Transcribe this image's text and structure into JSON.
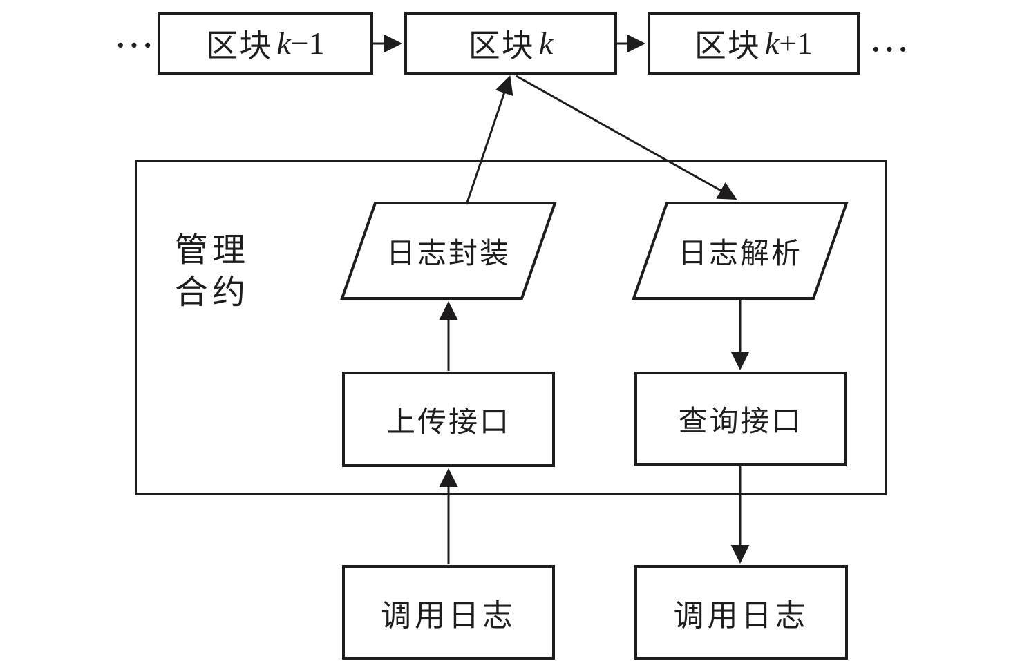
{
  "figure": {
    "colors": {
      "ink": "#1f1c1d",
      "background": "#ffffff"
    },
    "chain": {
      "ellipsis_left": "···",
      "ellipsis_right": "···",
      "blocks": [
        {
          "prefix": "区块",
          "variable": "k",
          "suffix": "−1"
        },
        {
          "prefix": "区块",
          "variable": "k",
          "suffix": ""
        },
        {
          "prefix": "区块",
          "variable": "k",
          "suffix": "+1"
        }
      ]
    },
    "management_contract": {
      "label": "管理\n合约"
    },
    "nodes": {
      "log_encapsulation": "日志封装",
      "log_parsing": "日志解析",
      "upload_interface": "上传接口",
      "query_interface": "查询接口",
      "call_log_left": "调用日志",
      "call_log_right": "调用日志"
    }
  }
}
